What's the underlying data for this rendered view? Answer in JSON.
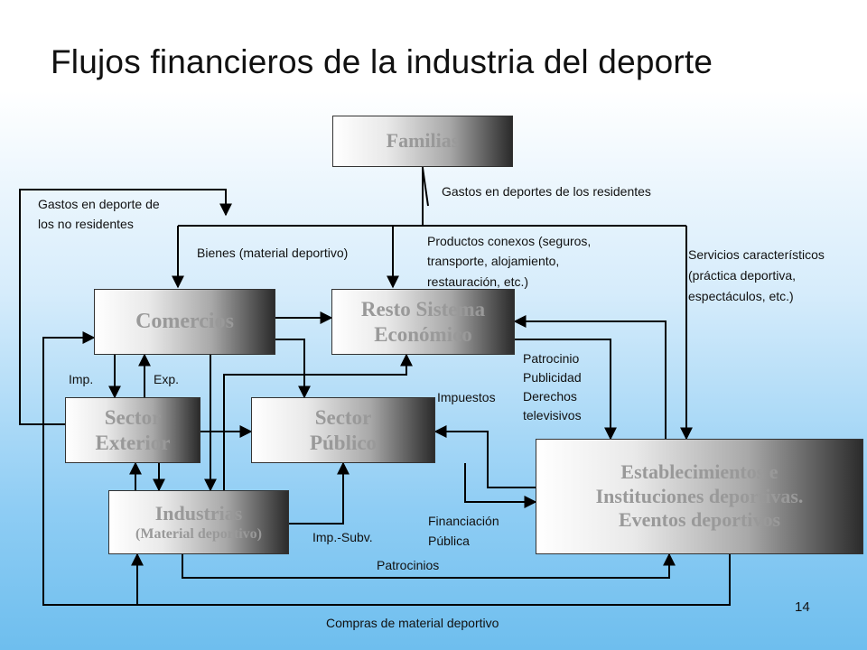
{
  "title": "Flujos financieros de la industria del deporte",
  "page_number": "14",
  "boxes": {
    "familias": "Familias",
    "comercios": "Comercios",
    "resto_line1": "Resto Sistema",
    "resto_line2": "Económico",
    "sector_exterior_line1": "Sector",
    "sector_exterior_line2": "Exterior",
    "sector_publico_line1": "Sector",
    "sector_publico_line2": "Público",
    "industrias_line1": "Industrias",
    "industrias_line2": "(Material deportivo)",
    "establecimientos_line1": "Establecimientos e",
    "establecimientos_line2": "Instituciones deportivas.",
    "establecimientos_line3": "Eventos deportivos"
  },
  "labels": {
    "gastos_no_residentes_1": "Gastos en deporte de",
    "gastos_no_residentes_2": "los no residentes",
    "gastos_residentes": "Gastos en deportes de los residentes",
    "bienes": "Bienes (material deportivo)",
    "productos_1": "Productos conexos (seguros,",
    "productos_2": "transporte, alojamiento,",
    "productos_3": "restauración, etc.)",
    "servicios_1": "Servicios característicos",
    "servicios_2": "(práctica deportiva,",
    "servicios_3": "espectáculos, etc.)",
    "imp": "Imp.",
    "exp": "Exp.",
    "patrocinio": "Patrocinio",
    "publicidad": "Publicidad",
    "derechos": "Derechos",
    "televisivos": "televisivos",
    "impuestos": "Impuestos",
    "imp_subv": "Imp.-Subv.",
    "financiacion_1": "Financiación",
    "financiacion_2": "Pública",
    "patrocinios": "Patrocinios",
    "compras": "Compras de material deportivo"
  }
}
